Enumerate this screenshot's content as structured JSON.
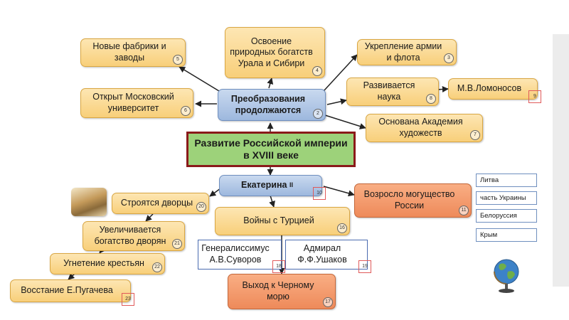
{
  "nodes": {
    "fabriki": {
      "label": "Новые фабрики и заводы",
      "num": "5"
    },
    "osvoenie": {
      "label": "Освоение природных богатств Урала и Сибири",
      "num": "4"
    },
    "ukreplenie": {
      "label": "Укрепление армии и флота",
      "num": "3"
    },
    "universitet": {
      "label": "Открыт Московский университет",
      "num": "6"
    },
    "preobrazovaniya": {
      "label": "Преобразования продолжаются",
      "num": "2"
    },
    "nauka": {
      "label": "Развивается наука",
      "num": "8"
    },
    "lomonosov": {
      "label": "М.В.Ломоносов",
      "num": "9"
    },
    "akademiya": {
      "label": "Основана Академия художеств",
      "num": "7"
    },
    "center": {
      "label": "Развитие Российской империи в XVIII веке"
    },
    "ekaterina": {
      "label": "Екатерина",
      "suffix": "II",
      "num": "10"
    },
    "mogushchestvo": {
      "label": "Возросло могущество России",
      "num": "11"
    },
    "dvortsy": {
      "label": "Строятся дворцы",
      "num": "20"
    },
    "voyny": {
      "label": "Войны с Турцией",
      "num": "16"
    },
    "dvoryane": {
      "label": "Увеличивается богатство дворян",
      "num": "21"
    },
    "suvorov": {
      "label": "Генералиссимус А.В.Суворов",
      "num": "18"
    },
    "ushakov": {
      "label": "Адмирал Ф.Ф.Ушаков",
      "num": "19"
    },
    "ugnetenie": {
      "label": "Угнетение крестьян",
      "num": "22"
    },
    "pugachev": {
      "label": "Восстание Е.Пугачева",
      "num": "23"
    },
    "more": {
      "label": "Выход к Черному морю",
      "num": "17"
    }
  },
  "territories": [
    "Литва",
    "часть Украины",
    "Белоруссия",
    "Крым"
  ]
}
